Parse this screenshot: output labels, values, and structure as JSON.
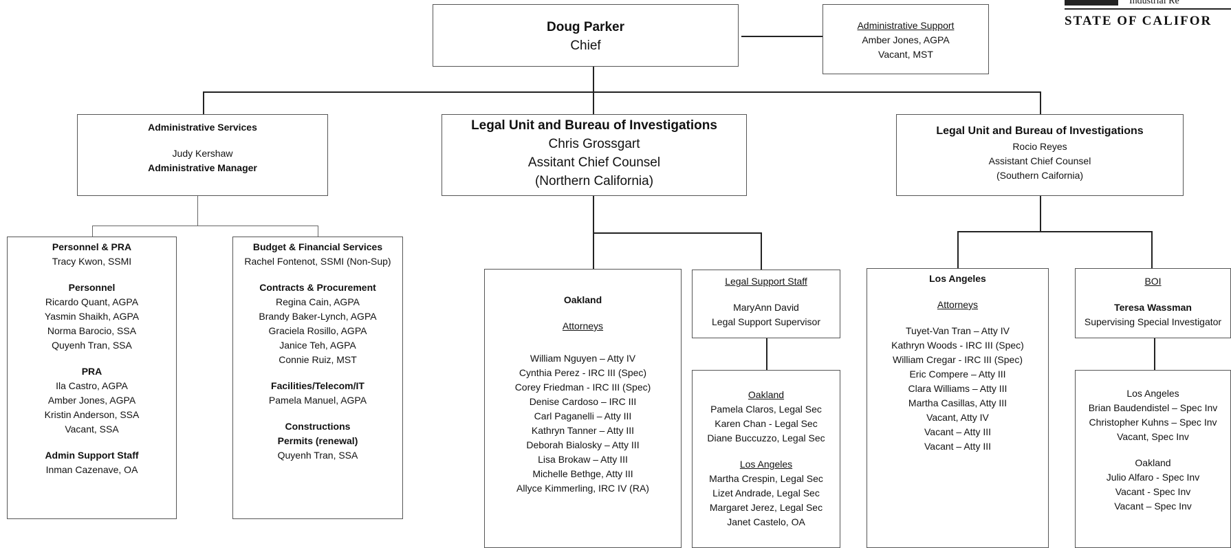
{
  "logo": {
    "small_text": "Industrial Re",
    "state_text": "STATE OF CALIFOR"
  },
  "chief": {
    "name": "Doug Parker",
    "title": "Chief"
  },
  "admin_support": {
    "heading": "Administrative Support",
    "lines": [
      "Amber Jones, AGPA",
      "Vacant,  MST"
    ]
  },
  "admin_services": {
    "heading": "Administrative Services",
    "name": "Judy Kershaw",
    "title": "Administrative Manager"
  },
  "legal_north": {
    "heading": "Legal Unit and Bureau of Investigations",
    "lines": [
      "Chris Grossgart",
      "Assitant Chief Counsel",
      "(Northern California)"
    ]
  },
  "legal_south": {
    "heading": "Legal Unit and Bureau of Investigations",
    "lines": [
      "Rocio Reyes",
      "Assistant Chief Counsel",
      "(Southern Caifornia)"
    ]
  },
  "personnel_pra": {
    "heading": "Personnel & PRA",
    "lead": "Tracy Kwon, SSMI",
    "personnel_heading": "Personnel",
    "personnel": [
      "Ricardo Quant, AGPA",
      "Yasmin Shaikh, AGPA",
      "Norma Barocio, SSA",
      "Quyenh Tran, SSA"
    ],
    "pra_heading": "PRA",
    "pra": [
      "Ila Castro, AGPA",
      "Amber Jones, AGPA",
      "Kristin Anderson, SSA",
      "Vacant, SSA"
    ],
    "admin_staff_heading": "Admin Support Staff",
    "admin_staff": [
      "Inman Cazenave, OA"
    ]
  },
  "budget": {
    "heading": "Budget & Financial Services",
    "lead": "Rachel Fontenot, SSMI (Non-Sup)",
    "contracts_heading": "Contracts & Procurement",
    "contracts": [
      "Regina Cain, AGPA",
      "Brandy Baker-Lynch, AGPA",
      "Graciela Rosillo, AGPA",
      "Janice Teh, AGPA",
      "Connie Ruiz, MST"
    ],
    "facilities_heading": "Facilities/Telecom/IT",
    "facilities": [
      "Pamela Manuel, AGPA"
    ],
    "constructions_heading": "Constructions",
    "permits_heading": "Permits (renewal)",
    "permits": [
      "Quyenh Tran, SSA"
    ]
  },
  "oakland": {
    "heading": "Oakland",
    "sub": "Attorneys",
    "items": [
      "William Nguyen – Atty IV",
      "Cynthia Perez -  IRC III (Spec)",
      "Corey Friedman  - IRC III (Spec)",
      "Denise Cardoso – IRC III",
      "Carl Paganelli – Atty III",
      "Kathryn Tanner – Atty III",
      "Deborah Bialosky – Atty III",
      "Lisa Brokaw – Atty III",
      "Michelle Bethge, Atty III",
      "Allyce Kimmerling, IRC IV (RA)"
    ]
  },
  "legal_support": {
    "heading": "Legal Support Staff",
    "name": "MaryAnn David",
    "title": "Legal Support Supervisor"
  },
  "legal_sec": {
    "oak_heading": "Oakland",
    "oak": [
      "Pamela Claros, Legal Sec",
      "Karen Chan - Legal Sec",
      "Diane Buccuzzo, Legal Sec"
    ],
    "la_heading": "Los Angeles",
    "la": [
      "Martha Crespin, Legal Sec",
      "Lizet Andrade, Legal Sec",
      "Margaret Jerez, Legal Sec",
      "Janet Castelo, OA"
    ]
  },
  "los_angeles": {
    "heading": "Los Angeles",
    "sub": "Attorneys",
    "items": [
      "Tuyet-Van Tran – Atty IV",
      "Kathryn Woods - IRC III (Spec)",
      "William Cregar - IRC III (Spec)",
      "Eric Compere – Atty III",
      "Clara Williams – Atty III",
      "Martha Casillas, Atty III",
      "Vacant, Atty IV",
      "Vacant – Atty III",
      "Vacant – Atty III"
    ]
  },
  "boi": {
    "heading": "BOI",
    "name": "Teresa Wassman",
    "title": "Supervising Special Investigator"
  },
  "boi_inv": {
    "la_heading": "Los Angeles",
    "la": [
      "Brian Baudendistel – Spec Inv",
      "Christopher Kuhns – Spec Inv",
      "Vacant, Spec Inv"
    ],
    "oak_heading": "Oakland",
    "oak": [
      "Julio Alfaro - Spec Inv",
      "Vacant - Spec Inv",
      "Vacant – Spec Inv"
    ]
  }
}
